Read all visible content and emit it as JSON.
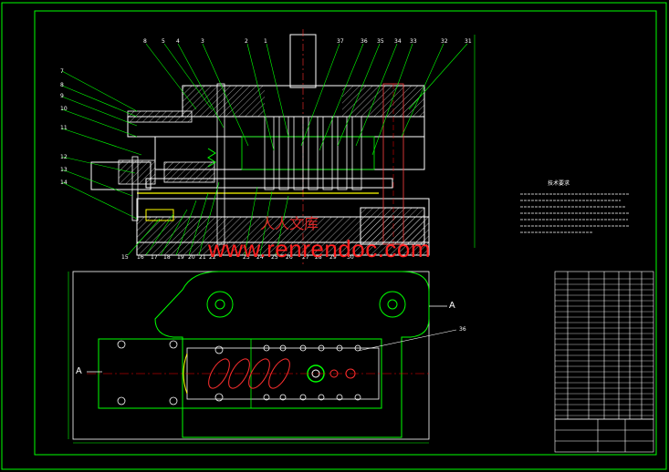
{
  "drawing": {
    "colors": {
      "background": "#000000",
      "border": "#00ff00",
      "lines": "#00ff00",
      "parts": "#ffffff",
      "hatch": "#ff4040",
      "centerline": "#ff0000",
      "accent_yellow": "#ffff00"
    },
    "section_label_left": "A",
    "section_label_right": "A",
    "balloon_numbers_top": [
      "8",
      "5",
      "4",
      "3",
      "2",
      "1",
      "37",
      "36",
      "35",
      "34",
      "33",
      "32",
      "31"
    ],
    "balloon_numbers_left": [
      "7",
      "8",
      "9",
      "10",
      "11",
      "12",
      "13",
      "14"
    ],
    "balloon_numbers_bottom": [
      "15",
      "16",
      "17",
      "18",
      "19",
      "20",
      "21",
      "22",
      "23",
      "24",
      "25",
      "26",
      "27",
      "28",
      "29",
      "30"
    ],
    "plan_balloon": "36"
  },
  "watermark": {
    "main": "www.renrendoc.com",
    "secondary": "人人文库"
  },
  "tech_requirements": {
    "title": "技术要求",
    "lines": [
      "1. ...",
      "2. ...",
      "3. ...",
      "4. ...",
      "5. ...",
      "6. ..."
    ]
  }
}
